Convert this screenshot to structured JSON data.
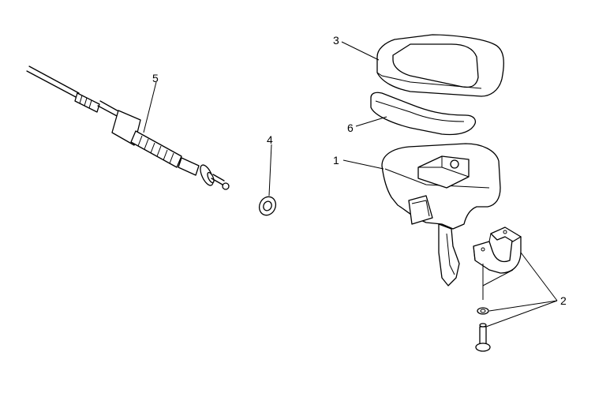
{
  "callouts": [
    {
      "id": "callout-1",
      "label": "1"
    },
    {
      "id": "callout-2",
      "label": "2"
    },
    {
      "id": "callout-3",
      "label": "3"
    },
    {
      "id": "callout-4",
      "label": "4"
    },
    {
      "id": "callout-5",
      "label": "5"
    },
    {
      "id": "callout-6",
      "label": "6"
    }
  ],
  "parts": [
    {
      "id": "housing",
      "callout": "1"
    },
    {
      "id": "clamp-washer-screw",
      "callout": "2"
    },
    {
      "id": "cover",
      "callout": "3"
    },
    {
      "id": "washer",
      "callout": "4"
    },
    {
      "id": "throttle-cable",
      "callout": "5"
    },
    {
      "id": "gasket",
      "callout": "6"
    }
  ]
}
